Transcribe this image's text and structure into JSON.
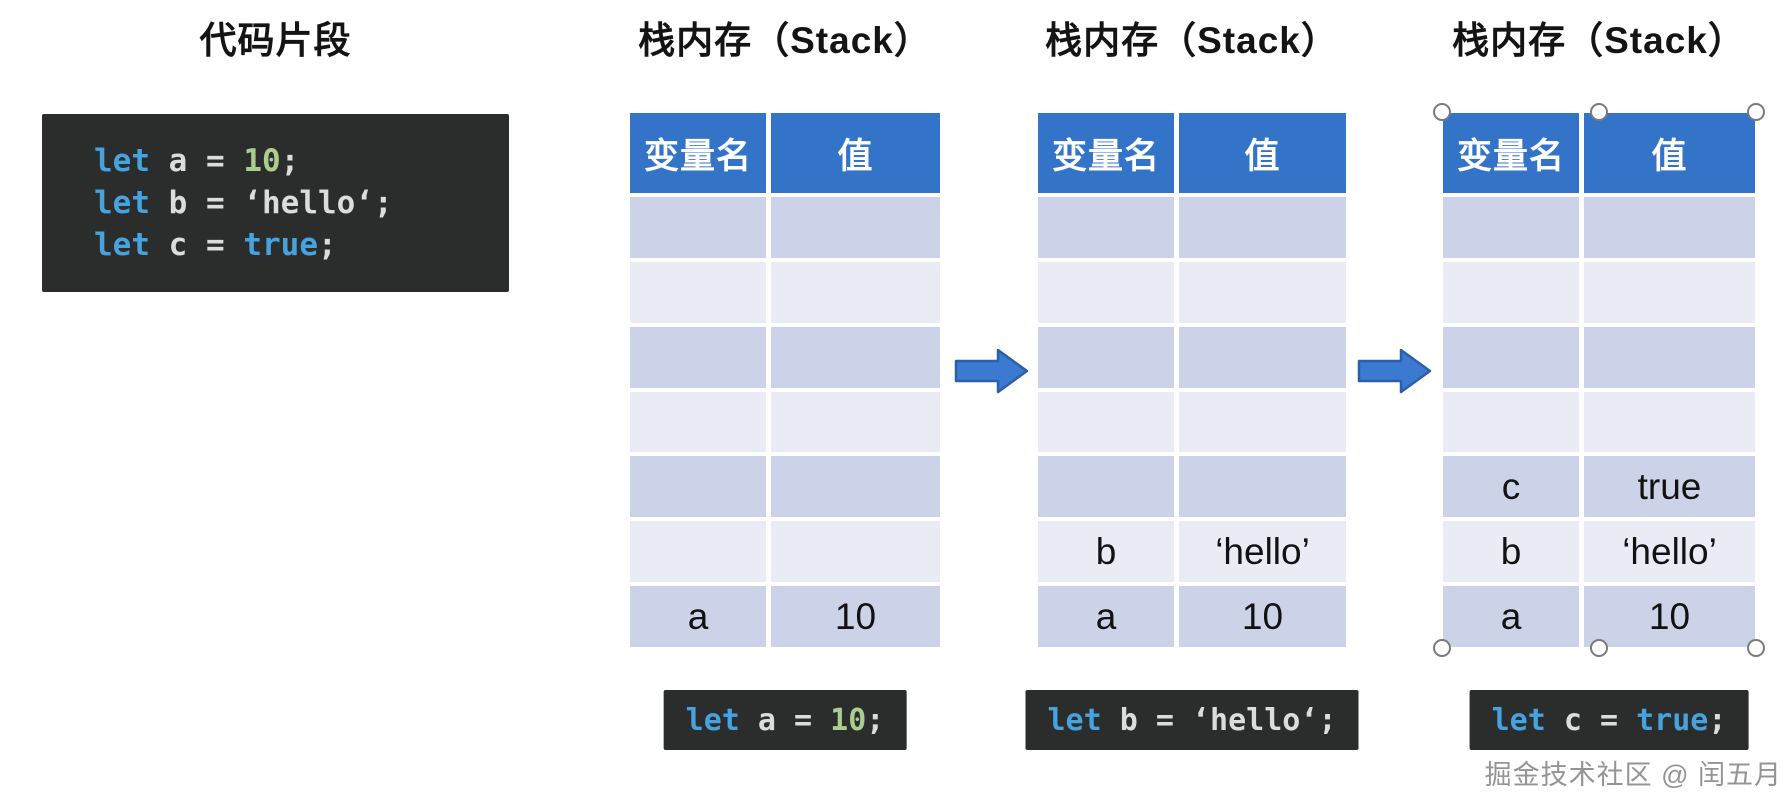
{
  "code_panel": {
    "title": "代码片段",
    "lines": [
      {
        "kw": "let",
        "mid": " a = ",
        "val": "10",
        "semi": ";",
        "val_class": "tok t-num"
      },
      {
        "kw": "let",
        "mid": " b = ",
        "val": "‘hello‘",
        "semi": ";",
        "val_class": "tok t-plain"
      },
      {
        "kw": "let",
        "mid": " c = ",
        "val": "true",
        "semi": ";",
        "val_class": "tok t-kw"
      }
    ]
  },
  "stacks": [
    {
      "title": "栈内存（Stack）",
      "headers": [
        "变量名",
        "值"
      ],
      "rows": [
        [
          "",
          ""
        ],
        [
          "",
          ""
        ],
        [
          "",
          ""
        ],
        [
          "",
          ""
        ],
        [
          "",
          ""
        ],
        [
          "",
          ""
        ],
        [
          "a",
          "10"
        ]
      ]
    },
    {
      "title": "栈内存（Stack）",
      "headers": [
        "变量名",
        "值"
      ],
      "rows": [
        [
          "",
          ""
        ],
        [
          "",
          ""
        ],
        [
          "",
          ""
        ],
        [
          "",
          ""
        ],
        [
          "",
          ""
        ],
        [
          "b",
          "‘hello’"
        ],
        [
          "a",
          "10"
        ]
      ]
    },
    {
      "title": "栈内存（Stack）",
      "headers": [
        "变量名",
        "值"
      ],
      "rows": [
        [
          "",
          ""
        ],
        [
          "",
          ""
        ],
        [
          "",
          ""
        ],
        [
          "",
          ""
        ],
        [
          "c",
          "true"
        ],
        [
          "b",
          "‘hello’"
        ],
        [
          "a",
          "10"
        ]
      ]
    }
  ],
  "watermark": "掘金技术社区 @ 闰五月",
  "colors": {
    "table_header": "#3374c9",
    "row_dark": "#ccd3e8",
    "row_light": "#e9ecf5",
    "arrow_fill": "#3b7ad0",
    "arrow_stroke": "#2b5fa8",
    "code_bg": "#2b2d2d",
    "code_keyword": "#46a3e0",
    "code_number": "#abce8e",
    "code_plain": "#dcdcdc",
    "handle_border": "#7a7a7a",
    "watermark": "#949494"
  }
}
